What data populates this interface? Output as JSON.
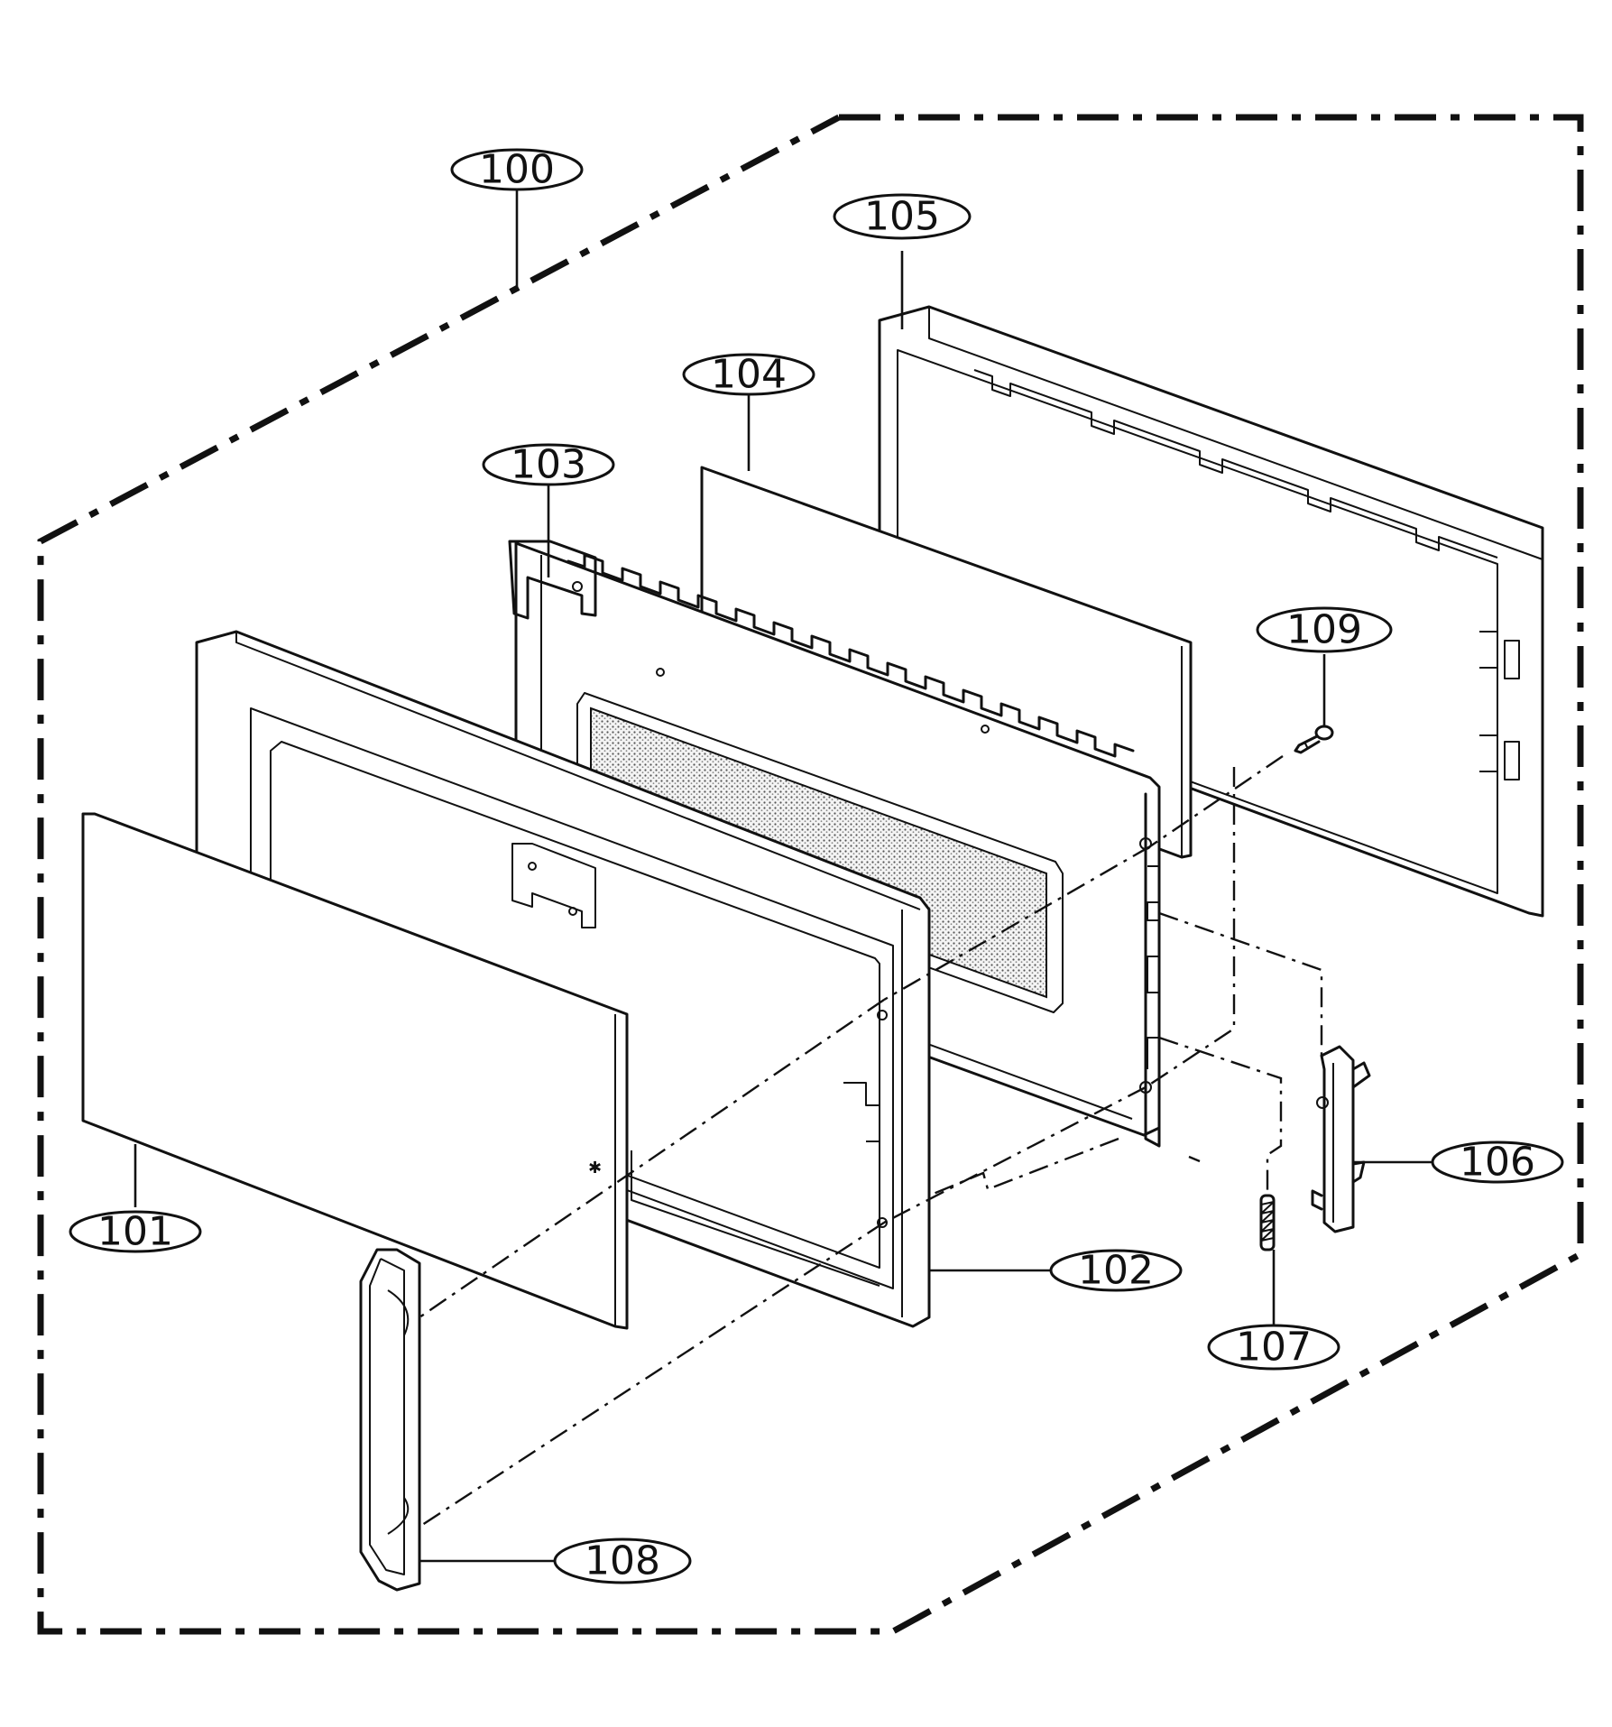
{
  "diagram": {
    "callouts": [
      {
        "id": "100",
        "label": "100"
      },
      {
        "id": "101",
        "label": "101"
      },
      {
        "id": "102",
        "label": "102"
      },
      {
        "id": "103",
        "label": "103"
      },
      {
        "id": "104",
        "label": "104"
      },
      {
        "id": "105",
        "label": "105"
      },
      {
        "id": "106",
        "label": "106"
      },
      {
        "id": "107",
        "label": "107"
      },
      {
        "id": "108",
        "label": "108"
      },
      {
        "id": "109",
        "label": "109"
      }
    ]
  }
}
